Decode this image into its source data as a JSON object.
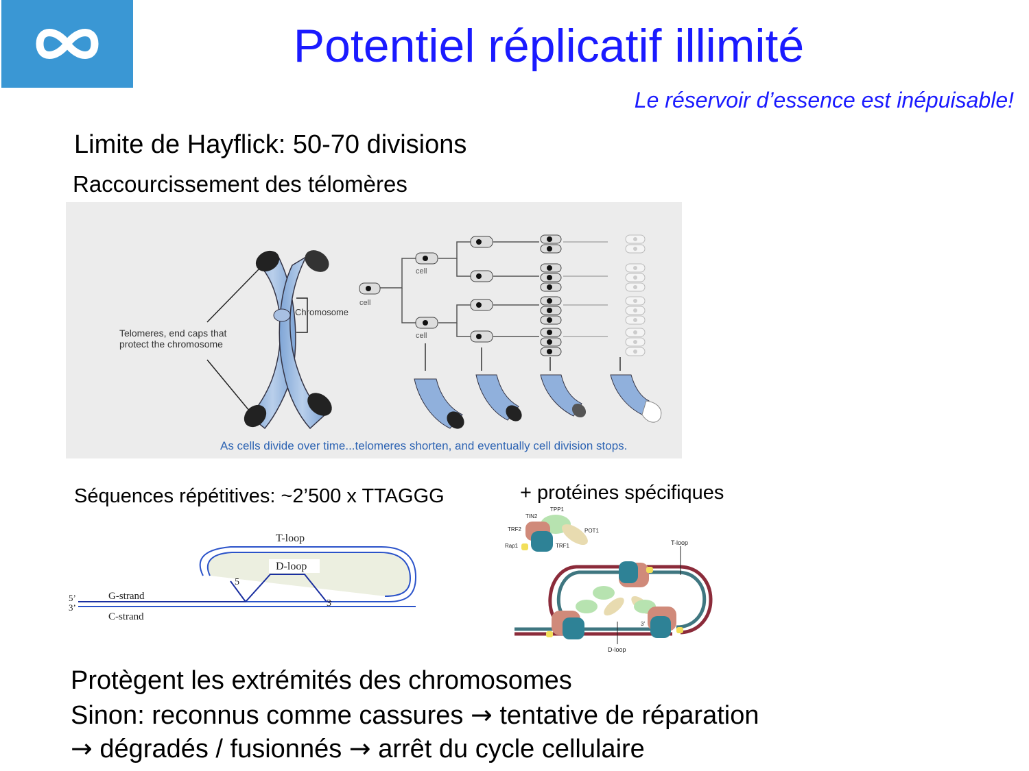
{
  "header": {
    "logo_icon": "infinity-icon",
    "title": "Potentiel réplicatif illimité",
    "subtitle": "Le réservoir d’essence est inépuisable!"
  },
  "hayflick": "Limite de Hayflick: 50-70 divisions",
  "telomere_shortening": "Raccourcissement des télomères",
  "figure1": {
    "chromosome_label": "Chromosome",
    "telomere_label_line1": "Telomeres, end caps that",
    "telomere_label_line2": "protect the chromosome",
    "cell_label": "cell",
    "caption": "As cells divide over time...telomeres shorten, and eventually cell division stops."
  },
  "sequences": "Séquences répétitives: ~2’500 x TTAGGG",
  "proteins": "+ protéines spécifiques",
  "figure2": {
    "t_loop": "T-loop",
    "d_loop": "D-loop",
    "g_strand": "G-strand",
    "c_strand": "C-strand",
    "five_prime": "5",
    "three_prime": "3",
    "end5": "5’",
    "end3": "3’"
  },
  "figure3": {
    "tpp1": "TPP1",
    "tin2": "TIN2",
    "trf2": "TRF2",
    "pot1": "POT1",
    "rap1": "Rap1",
    "trf1": "TRF1",
    "t_loop": "T-loop",
    "d_loop": "D-loop",
    "three_prime": "3’"
  },
  "conclusion": {
    "line1": "Protègent les extrémités des chromosomes",
    "line2_a": "Sinon: reconnus comme cassures",
    "line2_arrow": "→",
    "line2_b": "tentative de réparation",
    "line3_arrow1": "→",
    "line3_a": "dégradés / fusionnés",
    "line3_arrow2": "→",
    "line3_b": "arrêt du cycle cellulaire"
  }
}
